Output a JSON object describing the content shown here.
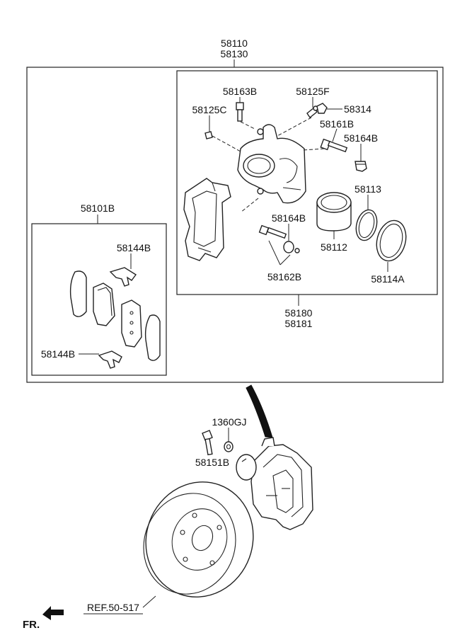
{
  "labels": {
    "assy_upper_1": "58110",
    "assy_upper_2": "58130",
    "bolt_58163B": "58163B",
    "guide_58125F": "58125F",
    "nut_58314": "58314",
    "cap_58125C": "58125C",
    "pin_58161B": "58161B",
    "boot_58164B_top": "58164B",
    "seal_58113": "58113",
    "boot_58164B_mid": "58164B",
    "piston_58112": "58112",
    "pin_58162B": "58162B",
    "seal_58114A": "58114A",
    "caliper_1": "58180",
    "caliper_2": "58181",
    "pad_kit": "58101B",
    "clip_top": "58144B",
    "clip_bottom": "58144B",
    "washer_1360GJ": "1360GJ",
    "bolt_58151B": "58151B",
    "ref_disc": "REF.50-517",
    "front_arrow": "FR."
  }
}
